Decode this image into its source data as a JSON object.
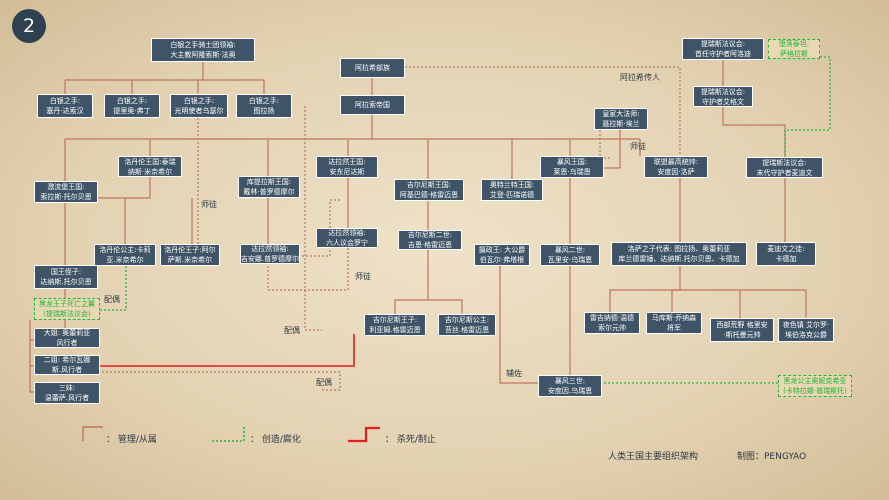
{
  "badge": "2",
  "colors": {
    "manage": "#c0745c",
    "create": "#27b53e",
    "kill": "#e21e1e",
    "node_bg": "#3f5466"
  },
  "nodes": {
    "silver_commander": [
      "白银之手骑士团领袖:",
      "大主教阿隆索斯·法奥"
    ],
    "silver_saidan": [
      "白银之手:",
      "塞丹·达索汉"
    ],
    "silver_tirion": [
      "白银之手:",
      "提里奥·弗丁"
    ],
    "silver_uther": [
      "白银之手:",
      "光明使者乌瑟尔"
    ],
    "silver_turalyon": [
      "白银之手:",
      "图拉扬"
    ],
    "arathor_clan": [
      "阿拉希部族"
    ],
    "arathor_empire": [
      "阿拉索帝国"
    ],
    "tiris_council_1": [
      "提瑞斯法议会:",
      "首任守护者阿洛迪"
    ],
    "tiris_council_2": [
      "提瑞斯法议会:",
      "守护者艾格文"
    ],
    "tiris_council_3": [
      "提瑞斯法议会:",
      "末代守护者麦迪文"
    ],
    "green_top": [
      "堕落泰坦:",
      "萨格拉斯"
    ],
    "royal_mage": [
      "皇家大法师:",
      "聂拉斯·埃兰"
    ],
    "lordaeron_king": [
      "洛丹伦王国:泰瑞",
      "纳斯·米奈希尔"
    ],
    "dalaran_leader": [
      "达拉然王国:",
      "安东尼达斯"
    ],
    "gilneas_king": [
      "吉尔尼斯王国:",
      "阿基巴德·格雷迈恩"
    ],
    "alterac": [
      "奥特兰特王国:",
      "艾登·匹瑞诺德"
    ],
    "stormwind_llane": [
      "暴风王国:",
      "莱恩·乌瑞恩"
    ],
    "alliance_leader": [
      "联盟最高统帅:",
      "安度因·洛萨"
    ],
    "stromgarde": [
      "激流堡王国:",
      "索拉斯·托尔贝恩"
    ],
    "kultiras": [
      "库提拉斯王国:",
      "戴林·普罗德摩尔"
    ],
    "dalaran_six": [
      "达拉然领袖:",
      "六人议会罗宁"
    ],
    "gilneas_genn": [
      "吉尔尼斯二世:",
      "吉恩·格雷迈恩"
    ],
    "regent": [
      "摄政王: 大公爵",
      "伯瓦尔·弗塔根"
    ],
    "stormwind_varian": [
      "暴风二世:",
      "瓦里安·乌瑞恩"
    ],
    "lothar_heirs": [
      "洛萨之子代表: 图拉扬、奥蕾莉亚",
      "库兰德雷锤、达纳斯.托尔贝恩、卡德加"
    ],
    "medivh_disciple": [
      "麦迪文之徒:",
      "卡德加"
    ],
    "calia": [
      "洛丹伦公主:卡莉",
      "亚.米奈希尔"
    ],
    "arthas": [
      "洛丹伦王子:阿尔",
      "萨斯.米奈希尔"
    ],
    "jaina": [
      "达拉然领袖:",
      "吉安娜.普罗德摩尔"
    ],
    "nephew": [
      "国王侄子:",
      "达纳斯.托尔贝恩"
    ],
    "green_left": [
      "黑龙王子死亡之翼",
      "(提瑞斯法议会)"
    ],
    "sister1": [
      "大姐: 奥蕾莉亚",
      "风行者"
    ],
    "sister2": [
      "二姐: 希尔瓦娜",
      "斯.风行者"
    ],
    "sister3": [
      "三妹:",
      "温蕾萨.风行者"
    ],
    "gilneas_prince": [
      "吉尔尼斯王子:",
      "利亚姆.格雷迈恩"
    ],
    "gilneas_princess": [
      "吉尔尼斯公主:",
      "苔丝.格雷迈恩"
    ],
    "stormwind_anduin": [
      "暴风三世:",
      "安度因.乌瑞恩"
    ],
    "legend_danuo": [
      "雷吉纳德·温德",
      "索尔元帅"
    ],
    "legend_marshal": [
      "马库斯·乔纳森",
      "将军"
    ],
    "legend_west": [
      "西部荒野 格里安",
      "·斯托曼元帅"
    ],
    "legend_night": [
      "夜色镇 艾尔罗·",
      "埃伯洛克公爵"
    ],
    "green_bottom": [
      "黑龙公主奥妮克希亚",
      "(卡特拉娜·普瑞斯托)"
    ]
  },
  "labels": {
    "arathi_heir": "阿拉希传人",
    "disciple_center": "师徒",
    "disciple_left": "师徒",
    "disciple_mid": "师徒",
    "spouse_left": "配偶",
    "spouse_mid": "配偶",
    "spouse_bottom": "配偶",
    "assist": "辅佐"
  },
  "legend": {
    "manage": "：  管理/从属",
    "create": "：  创造/腐化",
    "kill": "：  杀死/制止"
  },
  "caption": {
    "title": "人类王国主要组织架构",
    "credit": "制图：PENGYAO"
  }
}
